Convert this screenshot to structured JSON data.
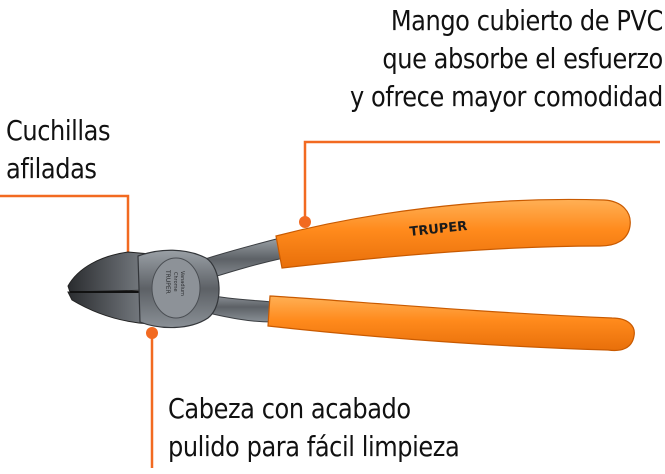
{
  "annotations": {
    "handle": {
      "lines": [
        "Mango cubierto de PVC",
        "que absorbe el esfuerzo",
        "y ofrece mayor comodidad"
      ]
    },
    "blades": {
      "lines": [
        "Cuchillas",
        "afiladas"
      ]
    },
    "head": {
      "lines": [
        "Cabeza con acabado",
        "pulido para fácil limpieza"
      ]
    }
  },
  "tool": {
    "brand": "TRUPER",
    "head_engraving": [
      "TRUPER",
      "Chrome",
      "Vanadium"
    ]
  },
  "colors": {
    "accent": "#f26a21",
    "handle_orange": "#ff8a1c",
    "metal": "#6f7378",
    "text": "#111111"
  }
}
